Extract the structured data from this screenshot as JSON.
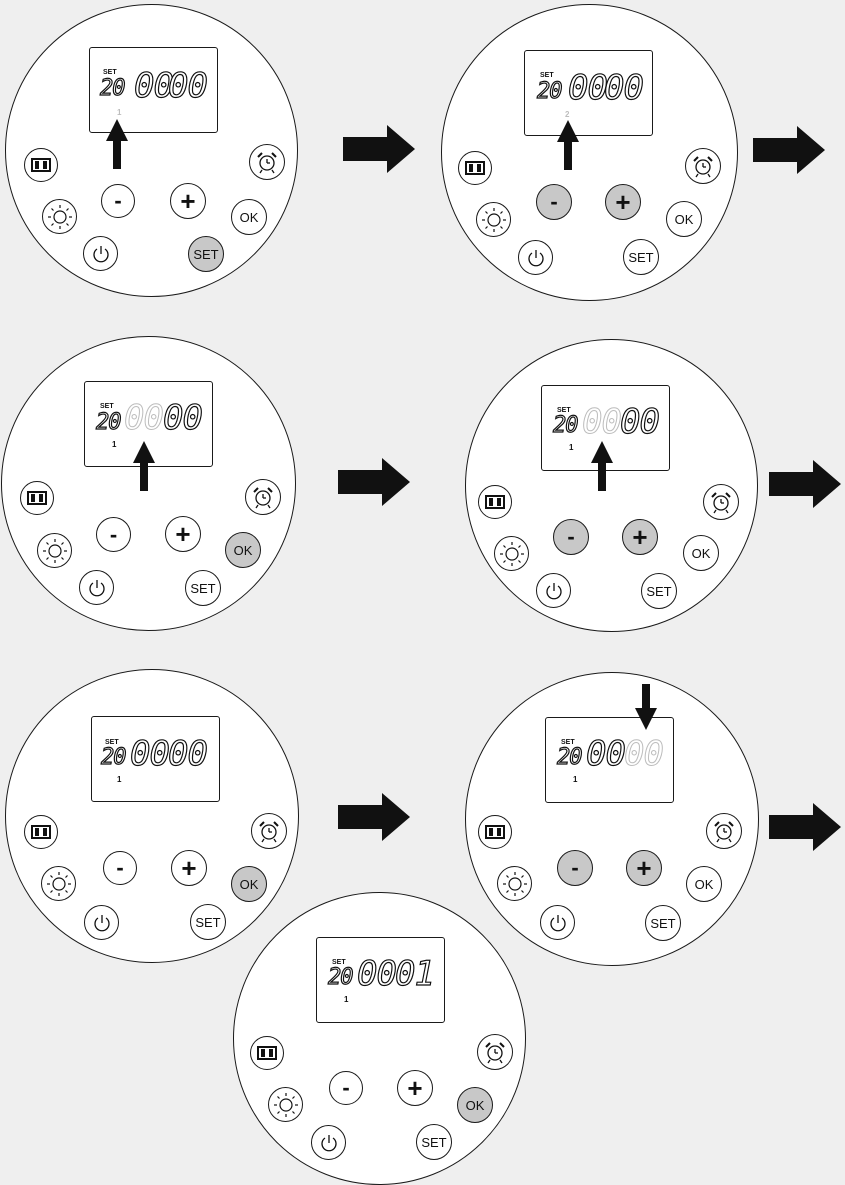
{
  "buttons": {
    "minus": "-",
    "plus": "+",
    "ok": "OK",
    "set": "SET"
  },
  "lcd": {
    "set_label": "SET",
    "day": "20",
    "hours": "00",
    "minutes": "00",
    "minutes_step6": "01",
    "sub_1": "1",
    "sub_2": "2"
  },
  "icons": [
    "program-icon",
    "sun-icon",
    "alarm-clock-icon",
    "power-icon",
    "arrow-right-icon",
    "arrow-up-icon",
    "arrow-down-icon"
  ],
  "colors": {
    "highlight": "#c8c8c8",
    "stroke": "#1a1a1a",
    "background": "#efefef",
    "dim_segment": "#bdbdbd"
  }
}
